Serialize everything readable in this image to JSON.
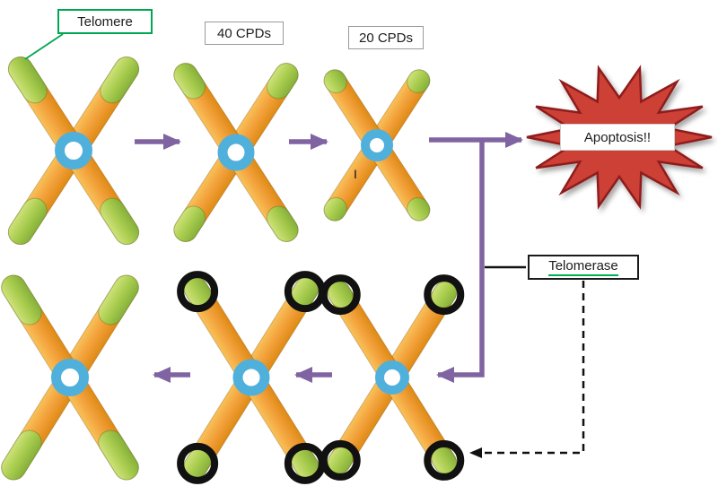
{
  "diagram": {
    "labels": {
      "telomere": "Telomere",
      "cpd40": "40 CPDs",
      "cpd20": "20 CPDs",
      "apoptosis": "Apoptosis!!",
      "telomerase": "Telomerase",
      "stray_mark": "I"
    },
    "colors": {
      "chromosome_arm": "#F2A03A",
      "chromosome_arm_dark": "#DE8A15",
      "telomere_tip": "#A8CC4E",
      "telomere_tip_dark": "#86B03A",
      "centromere": "#4FB0DC",
      "arrow": "#8064A2",
      "starburst": "#CC4036",
      "starburst_edge": "#8F1F1F",
      "ring": "#111111",
      "telomere_box_border": "#00A651",
      "connector": "#111111"
    }
  }
}
